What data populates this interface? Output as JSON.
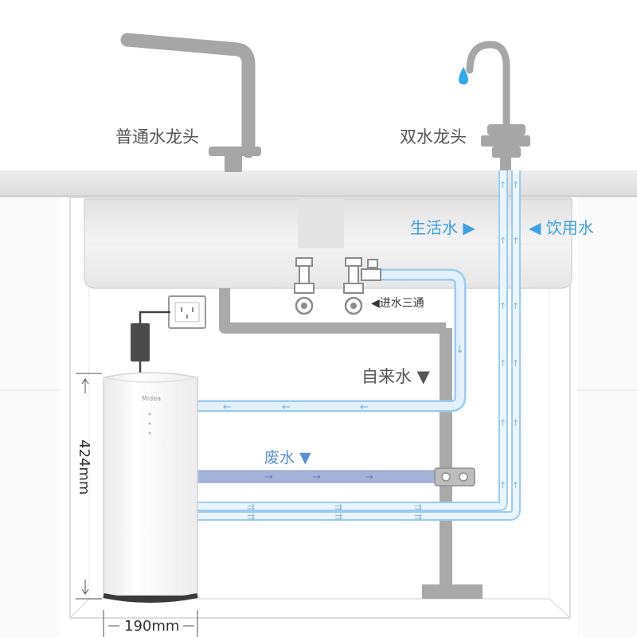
{
  "labels": {
    "normal_faucet": "普通水龙头",
    "dual_faucet": "双水龙头",
    "domestic_water": "生活水 ▶",
    "drinking_water": "◀ 饮用水",
    "inlet_tee": "◀进水三通",
    "tap_water": "自来水 ▼",
    "waste_water": "废水 ▼",
    "height_dim": "424mm",
    "width_dim": "190mm",
    "brand": "Midea"
  },
  "colors": {
    "faucet_gray": "#a6a6a6",
    "pipe_gray": "#a9a9a9",
    "counter": "#e8e8e8",
    "sink": "#efefef",
    "water_blue": "#cfe6f8",
    "water_blue_edge": "#9ccbef",
    "waste_pipe": "#a4b4d8",
    "text_blue": "#3ea0e0",
    "text_gray": "#555555",
    "drop_blue": "#35a8e8"
  },
  "icons": [
    "water-drop-icon",
    "power-socket-icon",
    "power-adapter-icon",
    "flow-arrow-icon"
  ]
}
